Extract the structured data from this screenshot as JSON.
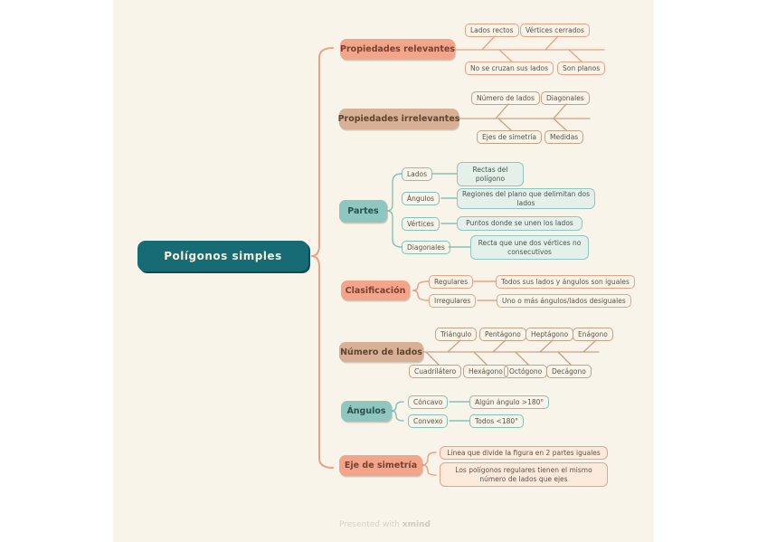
{
  "root": {
    "label": "Polígonos simples"
  },
  "branches": [
    {
      "label": "Propiedades relevantes",
      "children": [
        {
          "label": "Lados rectos"
        },
        {
          "label": "Vértices cerrados"
        },
        {
          "label": "No se cruzan sus lados"
        },
        {
          "label": "Son planos"
        }
      ]
    },
    {
      "label": "Propiedades irrelevantes",
      "children": [
        {
          "label": "Número de lados"
        },
        {
          "label": "Diagonales"
        },
        {
          "label": "Ejes de simetría"
        },
        {
          "label": "Medidas"
        }
      ]
    },
    {
      "label": "Partes",
      "children": [
        {
          "label": "Lados",
          "desc": "Rectas del polígono"
        },
        {
          "label": "Ángulos",
          "desc": "Regiones del plano que delimitan dos lados"
        },
        {
          "label": "Vértices",
          "desc": "Puntos donde se unen los lados"
        },
        {
          "label": "Diagonales",
          "desc": "Recta que une dos vértices no consecutivos"
        }
      ]
    },
    {
      "label": "Clasificación",
      "children": [
        {
          "label": "Regulares",
          "desc": "Todos sus lados y ángulos son iguales"
        },
        {
          "label": "Irregulares",
          "desc": "Uno o más ángulos/lados desiguales"
        }
      ]
    },
    {
      "label": "Número de lados",
      "children": [
        {
          "label": "Triángulo"
        },
        {
          "label": "Pentágono"
        },
        {
          "label": "Heptágono"
        },
        {
          "label": "Enágono"
        },
        {
          "label": "Cuadrilátero"
        },
        {
          "label": "Hexágono"
        },
        {
          "label": "Octógono"
        },
        {
          "label": "Decágono"
        }
      ]
    },
    {
      "label": "Ángulos",
      "children": [
        {
          "label": "Cóncavo",
          "desc": "Algún ángulo >180°"
        },
        {
          "label": "Convexo",
          "desc": "Todos <180°"
        }
      ]
    },
    {
      "label": "Eje de simetría",
      "children": [
        {
          "label": "Línea que divide la figura en 2 partes iguales"
        },
        {
          "label": "Los polígonos regulares tienen el mismo número de lados que ejes"
        }
      ]
    }
  ],
  "footer": {
    "prefix": "Presented with ",
    "brand": "xmind"
  },
  "colors": {
    "board": "#f8f4e9",
    "salmon": "#f2a58b",
    "tan": "#d7b095",
    "teal": "#8ec7bf",
    "central": "#166b74"
  }
}
